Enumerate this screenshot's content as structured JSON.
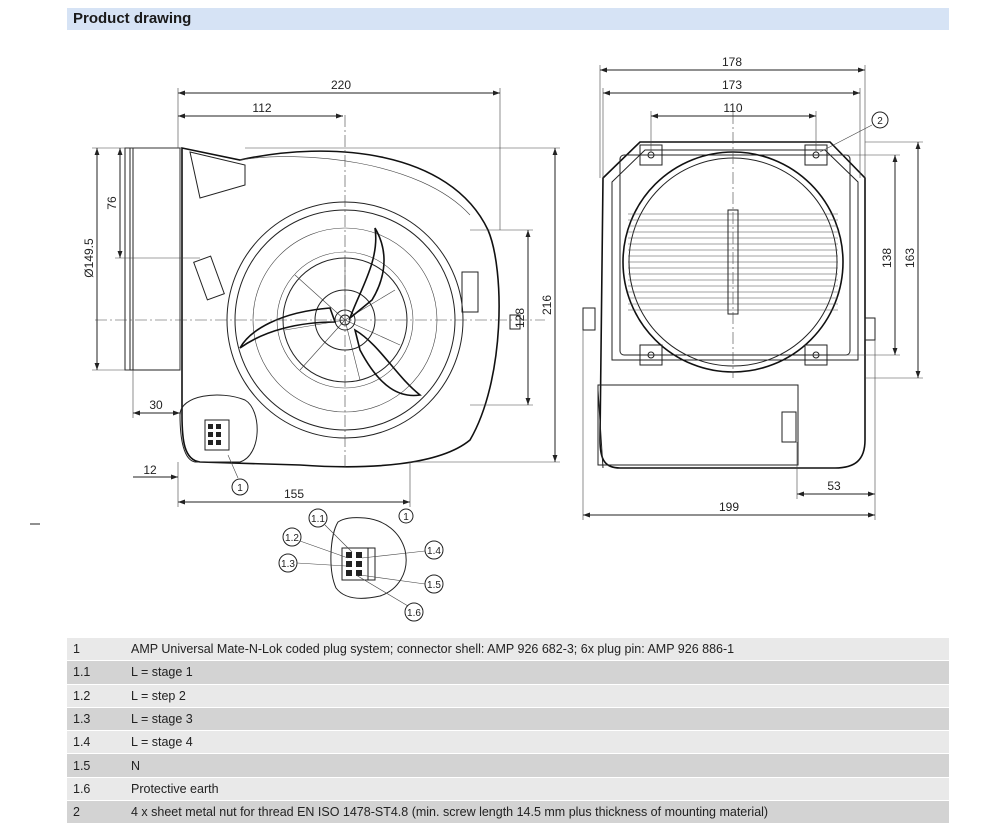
{
  "section": {
    "title": "Product drawing"
  },
  "dimensions": {
    "side_view": {
      "overall_width": "220",
      "half_width": "112",
      "height_76": "76",
      "diameter": "Ø149.5",
      "outlet_offset": "30",
      "flange": "12",
      "base_width": "155",
      "height_216": "216",
      "height_128": "128"
    },
    "front_view": {
      "w178": "178",
      "w173": "173",
      "w110": "110",
      "h138": "138",
      "h163": "163",
      "d53": "53",
      "w199": "199"
    }
  },
  "callouts": {
    "plug": "1",
    "nut": "2",
    "detail_title": "1",
    "pins": [
      "1.1",
      "1.2",
      "1.3",
      "1.4",
      "1.5",
      "1.6"
    ]
  },
  "legend": [
    {
      "key": "1",
      "text": "AMP Universal Mate-N-Lok coded plug system; connector shell: AMP 926 682-3; 6x plug pin: AMP 926 886-1"
    },
    {
      "key": "1.1",
      "text": "L = stage 1"
    },
    {
      "key": "1.2",
      "text": "L = step 2"
    },
    {
      "key": "1.3",
      "text": "L = stage 3"
    },
    {
      "key": "1.4",
      "text": "L = stage 4"
    },
    {
      "key": "1.5",
      "text": "N"
    },
    {
      "key": "1.6",
      "text": "Protective earth"
    },
    {
      "key": "2",
      "text": "4 x sheet metal nut for thread EN ISO 1478-ST4.8 (min. screw length 14.5 mm plus thickness of mounting material)"
    }
  ]
}
